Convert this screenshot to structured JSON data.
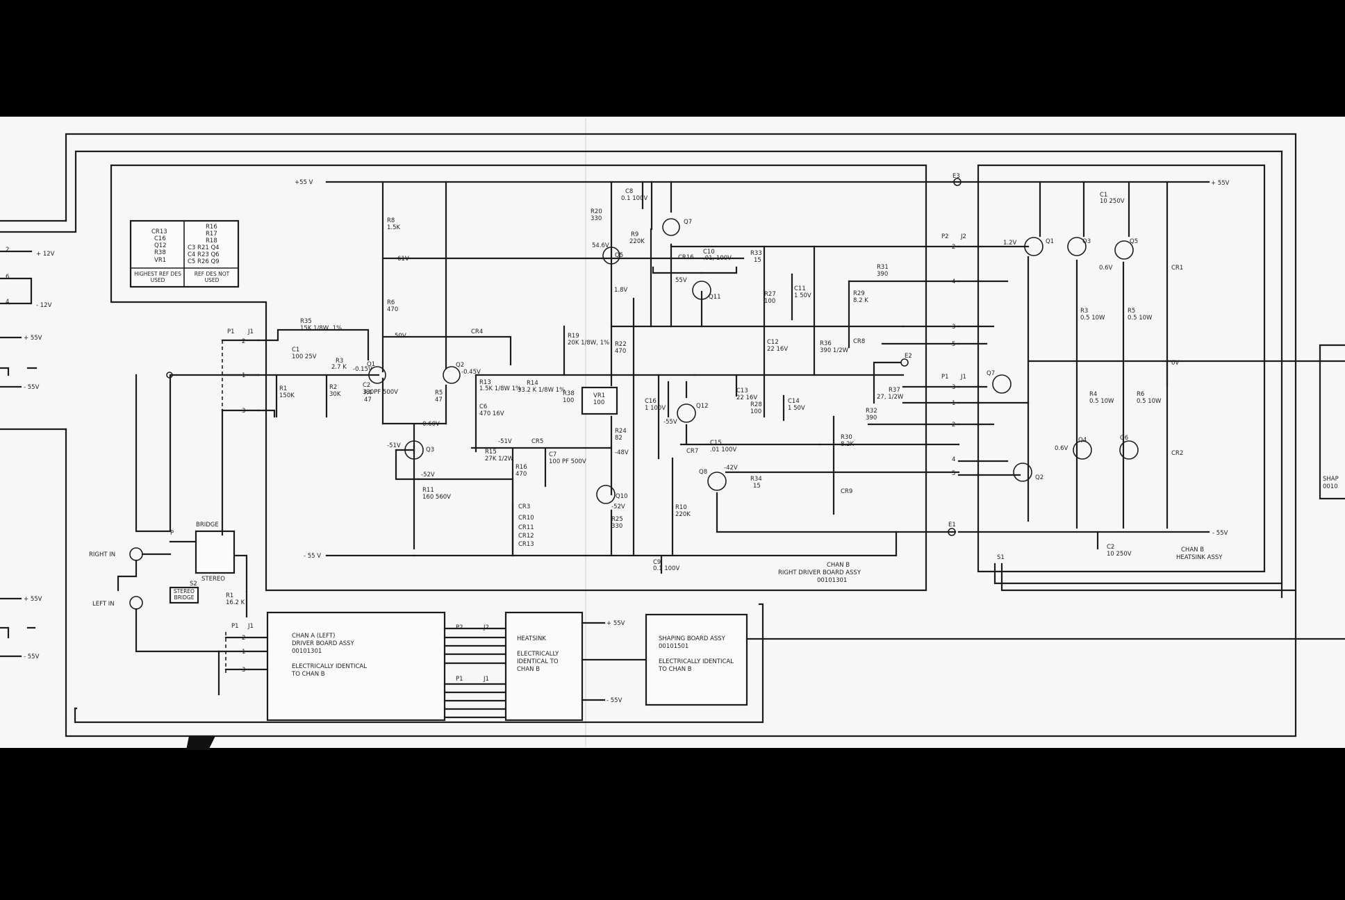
{
  "rails": {
    "pos_55": "+55 V",
    "neg_55": "- 55 V",
    "pos_55_right": "+ 55V",
    "neg_55_right": "- 55V",
    "pos_55_left_a": "+ 55V",
    "neg_55_left_a": "- 55V",
    "pos_55_left_b": "+ 55V",
    "neg_55_left_b": "- 55V",
    "pos_12": "+ 12V",
    "neg_12": "- 12V",
    "pos_55_heat": "+ 55V",
    "neg_55_heat": "- 55V"
  },
  "ref_table": {
    "col1": [
      "CR13",
      "C16",
      "Q12",
      "R38",
      "VR1"
    ],
    "col2": [
      "R16",
      "R17",
      "R18",
      "C3  R21  Q4",
      "C4  R23  Q6",
      "C5  R26  Q9"
    ],
    "footer_left": "HIGHEST REF DES USED",
    "footer_right": "REF DES NOT USED"
  },
  "connectors": {
    "p1": "P1",
    "j1": "J1",
    "p2": "P2",
    "j2": "J2",
    "e1": "E1",
    "e2": "E2",
    "e3": "E3",
    "s1": "S1",
    "pins": [
      "2",
      "1",
      "3",
      "4",
      "5",
      "6"
    ]
  },
  "inputs": {
    "right_in": "RIGHT IN",
    "left_in": "LEFT IN",
    "bridge": "BRIDGE",
    "stereo": "STEREO",
    "s2": "S2",
    "s2_label": "STEREO BRIDGE",
    "p": "P",
    "r1": "R1",
    "r1v": "16.2 K"
  },
  "components": [
    {
      "ref": "R35",
      "val": "15K 1/8W, 1%"
    },
    {
      "ref": "C1",
      "val": "100 25V"
    },
    {
      "ref": "R1",
      "val": "150K"
    },
    {
      "ref": "R2",
      "val": "30K"
    },
    {
      "ref": "R3",
      "val": "2.7 K"
    },
    {
      "ref": "C2",
      "val": "330PF 500V"
    },
    {
      "ref": "R8",
      "val": "1.5K"
    },
    {
      "ref": "R6",
      "val": "470"
    },
    {
      "ref": "R4",
      "val": "47"
    },
    {
      "ref": "R5",
      "val": "47"
    },
    {
      "ref": "R13",
      "val": "1.5K 1/8W 1%"
    },
    {
      "ref": "C6",
      "val": "470 16V"
    },
    {
      "ref": "R14",
      "val": "33.2 K 1/8W 1%"
    },
    {
      "ref": "R15",
      "val": "27K 1/2W"
    },
    {
      "ref": "R16",
      "val": "470"
    },
    {
      "ref": "C7",
      "val": "100 PF 500V"
    },
    {
      "ref": "R11",
      "val": "160 560V"
    },
    {
      "ref": "R19",
      "val": "20K 1/8W, 1%"
    },
    {
      "ref": "R20",
      "val": "330"
    },
    {
      "ref": "C8",
      "val": "0.1 100V"
    },
    {
      "ref": "R9",
      "val": "220K"
    },
    {
      "ref": "C10",
      "val": ".01, 100V"
    },
    {
      "ref": "R33",
      "val": "15"
    },
    {
      "ref": "R22",
      "val": "470"
    },
    {
      "ref": "R38",
      "val": "100"
    },
    {
      "ref": "VR1",
      "val": "100"
    },
    {
      "ref": "R24",
      "val": "82"
    },
    {
      "ref": "R25",
      "val": "330"
    },
    {
      "ref": "C16",
      "val": "1 100V"
    },
    {
      "ref": "R10",
      "val": "220K"
    },
    {
      "ref": "C9",
      "val": "0.1 100V"
    },
    {
      "ref": "C15",
      "val": ".01 100V"
    },
    {
      "ref": "R27",
      "val": "100"
    },
    {
      "ref": "C11",
      "val": "1 50V"
    },
    {
      "ref": "C12",
      "val": "22 16V"
    },
    {
      "ref": "C13",
      "val": "22 16V"
    },
    {
      "ref": "R28",
      "val": "100"
    },
    {
      "ref": "C14",
      "val": "1 50V"
    },
    {
      "ref": "R34",
      "val": "15"
    },
    {
      "ref": "R36",
      "val": "390 1/2W"
    },
    {
      "ref": "R29",
      "val": "8.2 K"
    },
    {
      "ref": "R30",
      "val": "8.2K"
    },
    {
      "ref": "R31",
      "val": "390"
    },
    {
      "ref": "R32",
      "val": "390"
    },
    {
      "ref": "R37",
      "val": "27, 1/2W"
    },
    {
      "ref": "C1",
      "val": "10 250V"
    },
    {
      "ref": "C2",
      "val": "10 250V"
    },
    {
      "ref": "R3",
      "val": "0.5 10W"
    },
    {
      "ref": "R5",
      "val": "0.5 10W"
    },
    {
      "ref": "R4",
      "val": "0.5 10W"
    },
    {
      "ref": "R6",
      "val": "0.5 10W"
    }
  ],
  "transistors": [
    "Q1",
    "Q2",
    "Q3",
    "Q5",
    "Q7",
    "Q11",
    "Q12",
    "Q8",
    "Q10",
    "Q1",
    "Q3",
    "Q5",
    "Q7",
    "Q2",
    "Q4",
    "Q6"
  ],
  "diodes": [
    "CR4",
    "CR5",
    "CR3",
    "CR10",
    "CR11",
    "CR12",
    "CR13",
    "CR16",
    "CR7",
    "CR8",
    "CR9",
    "CR1",
    "CR2"
  ],
  "voltages": {
    "v61": "61V",
    "v50": "50V",
    "v_015": "-0.15V",
    "v_045": "-0.45V",
    "v_060": "-0.60V",
    "v_51a": "-51V",
    "v_51b": "-51V",
    "v_52": "-52V",
    "v546": "54.6V",
    "v1_8": "1.8V",
    "v55": "55V",
    "v_55": "-55V",
    "v_48": "-48V",
    "v_52b": "-52V",
    "v_42": "-42V",
    "v1_2": "1.2V",
    "v0_6a": "0.6V",
    "v0_6b": "0.6V",
    "v0": "0V"
  },
  "boards": {
    "chan_b_driver_1": "CHAN B",
    "chan_b_driver_2": "RIGHT DRIVER BOARD ASSY",
    "chan_b_driver_3": "00101301",
    "chan_b_heat_1": "CHAN B",
    "chan_b_heat_2": "HEATSINK ASSY",
    "chan_a_1": "CHAN A (LEFT)",
    "chan_a_2": "DRIVER BOARD ASSY",
    "chan_a_3": "00101301",
    "chan_a_4": "ELECTRICALLY IDENTICAL",
    "chan_a_5": "TO CHAN B",
    "heatsink_1": "HEATSINK",
    "heatsink_2": "ELECTRICALLY",
    "heatsink_3": "IDENTICAL TO",
    "heatsink_4": "CHAN B",
    "shaping_1": "SHAPING BOARD ASSY",
    "shaping_2": "00101501",
    "shaping_3": "ELECTRICALLY IDENTICAL",
    "shaping_4": "TO CHAN B",
    "edge_shap_1": "SHAP",
    "edge_shap_2": "0010"
  }
}
